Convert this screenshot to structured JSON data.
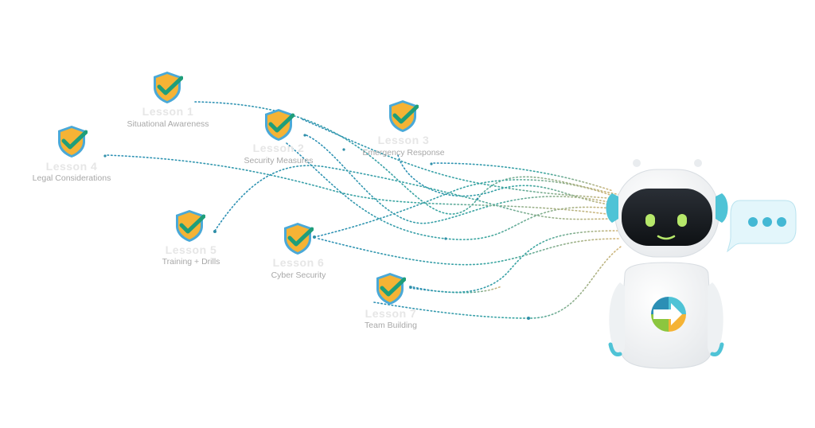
{
  "lessons": [
    {
      "title": "Lesson 1",
      "subtitle": "Situational Awareness"
    },
    {
      "title": "Lesson 2",
      "subtitle": "Security Measures"
    },
    {
      "title": "Lesson 3",
      "subtitle": "Emergency Response"
    },
    {
      "title": "Lesson 4",
      "subtitle": "Legal Considerations"
    },
    {
      "title": "Lesson 5",
      "subtitle": "Training + Drills"
    },
    {
      "title": "Lesson 6",
      "subtitle": "Cyber Security"
    },
    {
      "title": "Lesson 7",
      "subtitle": "Team Building"
    }
  ],
  "icons": {
    "lesson_badge": "shield-check-icon",
    "assistant": "robot-icon",
    "chat": "chat-bubble-icon",
    "logo": "arrow-logo-icon"
  },
  "colors": {
    "shield_fill": "#f5b335",
    "shield_stroke": "#4aa9d8",
    "check": "#1f9e7a",
    "path_teal": "#3aa6a0",
    "path_gold": "#d7b77a",
    "robot_accent": "#4fc3d6",
    "robot_eyes": "#b6e86a"
  }
}
